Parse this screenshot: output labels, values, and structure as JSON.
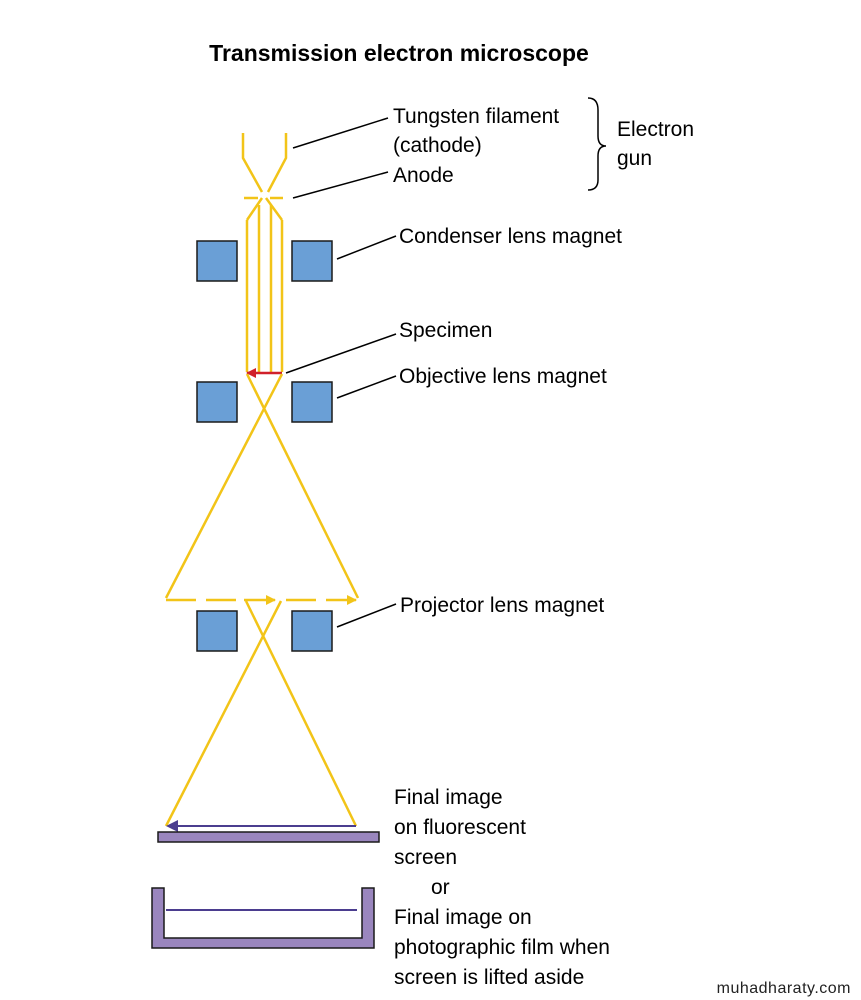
{
  "title": "Transmission electron microscope",
  "labels": {
    "filament_l1": "Tungsten filament",
    "filament_l2": "(cathode)",
    "anode": "Anode",
    "gun_l1": "Electron",
    "gun_l2": "gun",
    "condenser": "Condenser lens magnet",
    "specimen": "Specimen",
    "objective": "Objective lens magnet",
    "projector": "Projector lens magnet",
    "final_l1": "Final image",
    "final_l2": "on fluorescent",
    "final_l3": "screen",
    "or": "or",
    "film_l1": "Final image on",
    "film_l2": "photographic film when",
    "film_l3": "screen is lifted aside"
  },
  "watermark": "muhadharaty.com",
  "colors": {
    "beam": "#F2C418",
    "magnet": "#6A9FD6",
    "screen": "#9A86BE",
    "specimen_arrow": "#D0202A",
    "image_arrow": "#4B3D8F"
  }
}
